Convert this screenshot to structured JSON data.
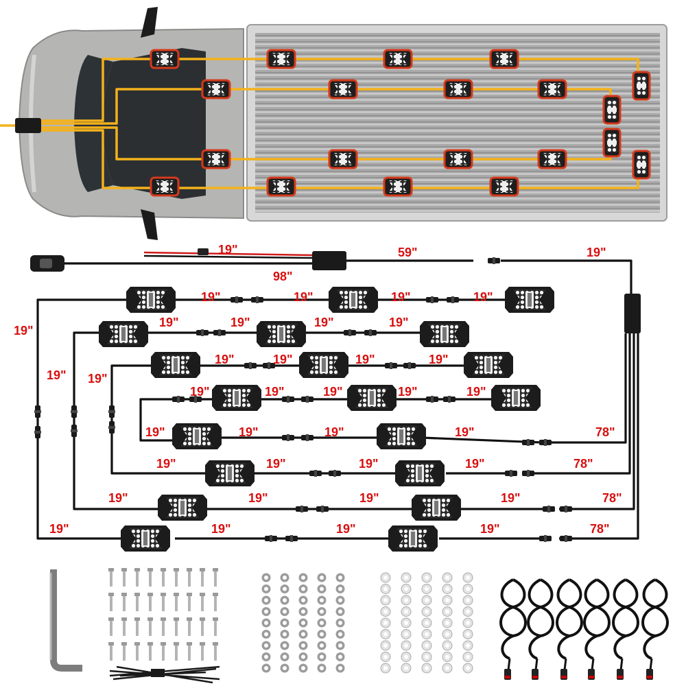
{
  "truck": {
    "description": "pickup truck top view with flatbed and rock light layout"
  },
  "wiring_labels": {
    "switch_to_box_top": "19\"",
    "switch_to_box_bottom": "98\"",
    "box_to_splitter": "59\"",
    "splitter_down": "19\"",
    "link": "19\"",
    "extension": "78\""
  },
  "colors": {
    "label": "#d80f0f",
    "yellow_wire": "#f4b21b",
    "pod_outline": "#d43a1c"
  }
}
